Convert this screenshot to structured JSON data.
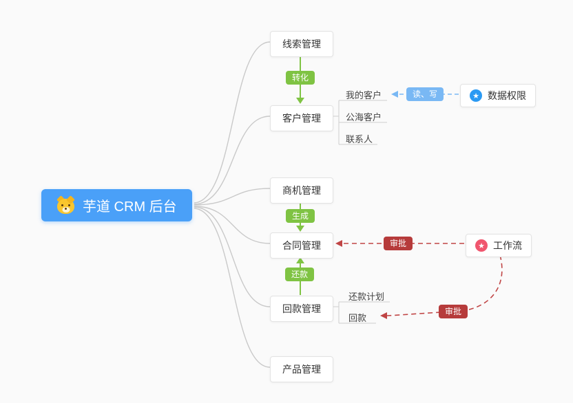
{
  "root": {
    "label": "芋道 CRM 后台"
  },
  "nodes": {
    "lead": "线索管理",
    "customer": "客户管理",
    "customer_children": [
      "我的客户",
      "公海客户",
      "联系人"
    ],
    "opportunity": "商机管理",
    "contract": "合同管理",
    "receivable": "回款管理",
    "receivable_children": [
      "还款计划",
      "回款"
    ],
    "product": "产品管理",
    "permission": "数据权限",
    "workflow": "工作流"
  },
  "edges": {
    "convert": "转化",
    "generate": "生成",
    "repay": "还款",
    "read_write": "读、写",
    "approve_contract": "审批",
    "approve_receivable": "审批"
  },
  "icons": {
    "permission_star": "★",
    "workflow_star": "★"
  },
  "colors": {
    "root_bg": "#4aa0f8",
    "edge_green": "#7fc343",
    "edge_blue": "#79b8f4",
    "edge_red": "#c04545",
    "badge_red": "#b63b3b",
    "star_blue": "#2b9af3",
    "star_red": "#f0566e",
    "connector_gray": "#c9c9c9"
  }
}
